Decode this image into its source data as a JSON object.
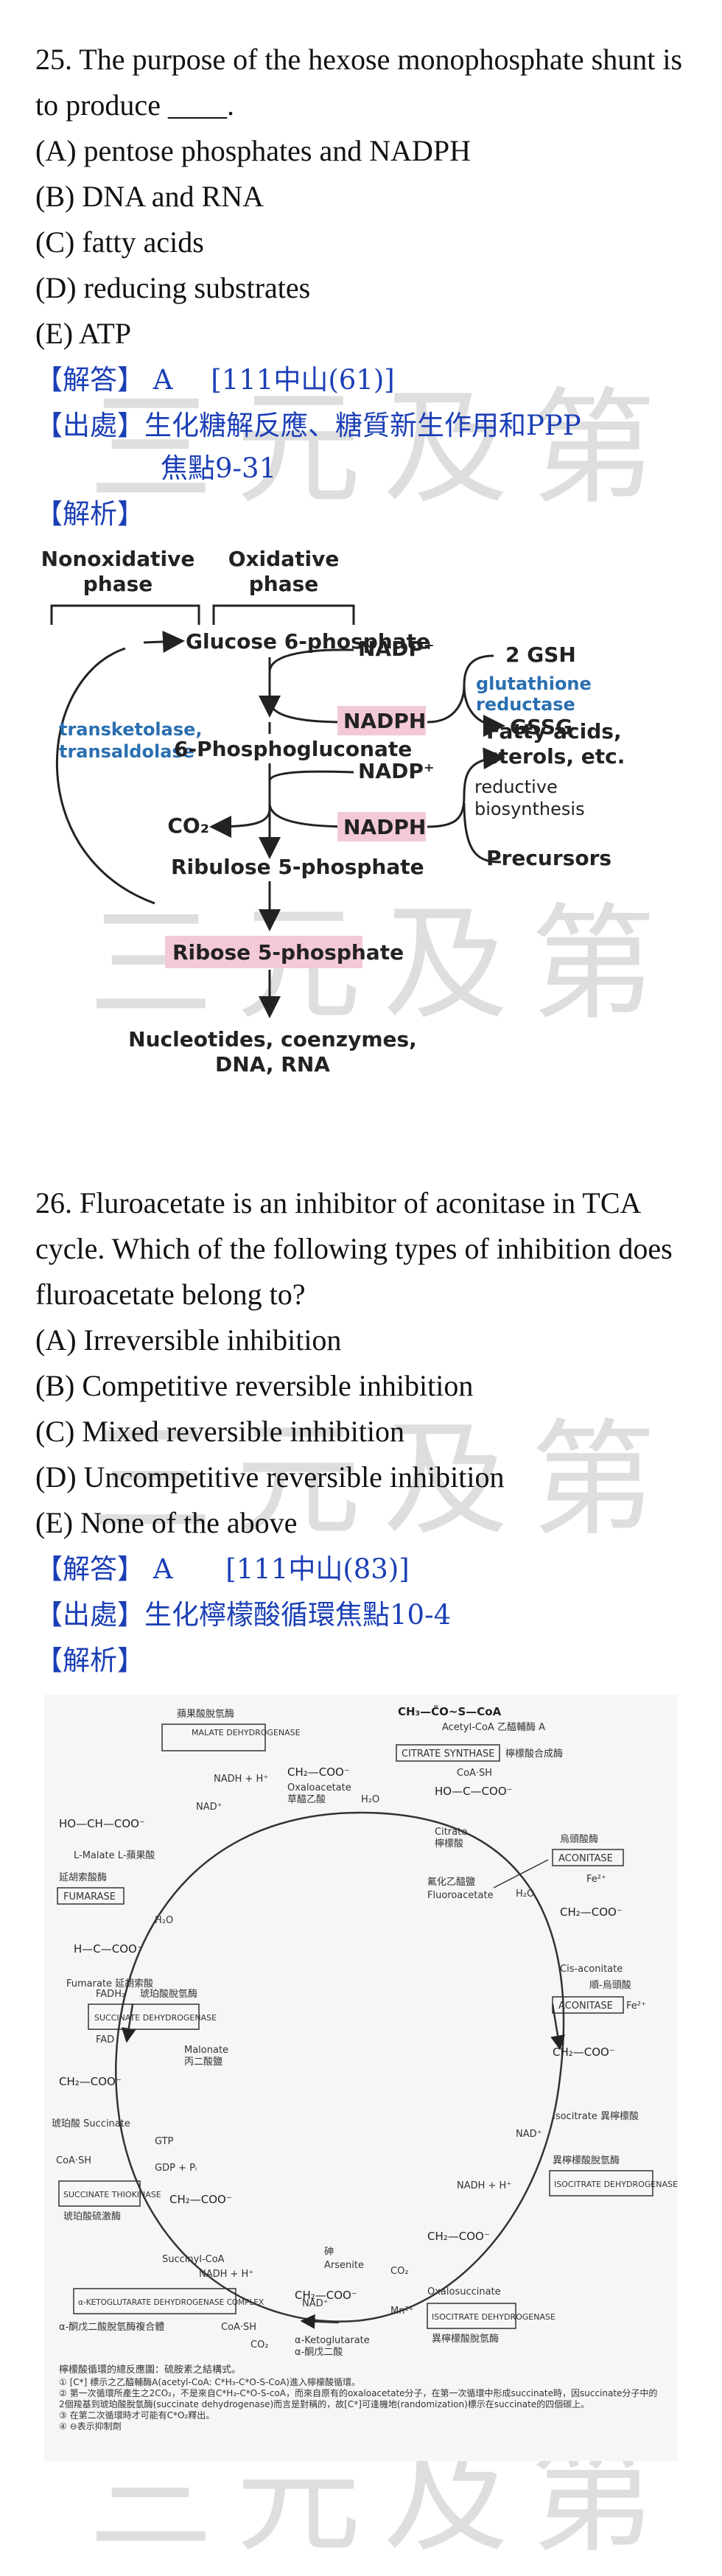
{
  "q25": {
    "stem": "25. The purpose of the hexose monophosphate shunt is to produce  ____.",
    "options": [
      "(A) pentose phosphates and NADPH",
      "(B) DNA and RNA",
      "(C) fatty acids",
      "(D) reducing substrates",
      "(E) ATP"
    ],
    "answer_label": "【解答】",
    "answer": "A",
    "answer_ref": "[111中山(61)]",
    "source_label": "【出處】",
    "source_line1": "生化糖解反應、糖質新生作用和PPP",
    "source_line2": "焦點9-31",
    "analysis_label": "【解析】"
  },
  "diagram1": {
    "nonox_line1": "Nonoxidative",
    "nonox_line2": "phase",
    "ox_line1": "Oxidative",
    "ox_line2": "phase",
    "g6p": "Glucose 6-phosphate",
    "nadp1": "NADP⁺",
    "nadph1": "NADPH",
    "gsh": "2 GSH",
    "gr1": "glutathione",
    "gr2": "reductase",
    "gssg": "GSSG",
    "tk1": "transketolase,",
    "tk2": "transaldolase",
    "pg": "6-Phosphogluconate",
    "nadp2": "NADP⁺",
    "fa1": "Fatty acids,",
    "fa2": "sterols, etc.",
    "rb1": "reductive",
    "rb2": "biosynthesis",
    "co2": "CO₂",
    "nadph2": "NADPH",
    "precursors": "Precursors",
    "ru5p": "Ribulose 5-phosphate",
    "r5p": "Ribose 5-phosphate",
    "nuc1": "Nucleotides, coenzymes,",
    "nuc2": "DNA, RNA"
  },
  "q26": {
    "stem": "26. Fluroacetate is an inhibitor of aconitase in TCA cycle. Which of the following types of inhibition does fluroacetate belong to?",
    "options": [
      "(A) Irreversible inhibition",
      "(B) Competitive reversible inhibition",
      "(C) Mixed reversible inhibition",
      "(D) Uncompetitive reversible inhibition",
      "(E) None of the above"
    ],
    "answer_label": "【解答】",
    "answer": "A",
    "answer_ref": "[111中山(83)]",
    "source_label": "【出處】",
    "source_line1": "生化檸檬酸循環焦點10-4",
    "analysis_label": "【解析】"
  },
  "diagram2": {
    "acetyl": "CH₃—C̈O~S—CoA",
    "acetyl_cn": "Acetyl-CoA 乙醯輔酶 A",
    "malate_dh_cn": "蘋果酸脫氫酶",
    "malate_dh": "MALATE DEHYDROGENASE",
    "citrate_synthase": "CITRATE SYNTHASE",
    "citrate_synthase_cn": "檸檬酸合成酶",
    "oxaloacetate": "Oxaloacetate",
    "oxaloacetate_cn": "草醯乙酸",
    "citrate": "Citrate",
    "citrate_cn": "檸檬酸",
    "lmalate": "L-Malate L-蘋果酸",
    "aconitase": "ACONITASE",
    "aconitase_cn": "烏頭酸酶",
    "fluoroacetate": "Fluoroacetate",
    "fluoroacetate_cn": "氟化乙醯鹽",
    "fumarase_cn": "延胡索酸酶",
    "fumarase": "FUMARASE",
    "fumarate": "Fumarate 延胡索酸",
    "cisaconitate": "Cis-aconitate",
    "cisaconitate_cn": "順-烏頭酸",
    "sdh_cn": "琥珀酸脫氫酶",
    "sdh": "SUCCINATE DEHYDROGENASE",
    "fadh2": "FADH₂",
    "fad": "FAD",
    "malonate": "Malonate",
    "malonate_cn": "丙二酸鹽",
    "succinate": "Succinate",
    "succinate_cn": "琥珀酸",
    "isocitrate": "Isocitrate 異檸檬酸",
    "stk": "SUCCINATE THIOKINASE",
    "stk_cn": "琥珀酸硫激酶",
    "gtp": "GTP",
    "gdp": "GDP + Pᵢ",
    "coash": "CoA·SH",
    "idh": "ISOCITRATE DEHYDROGENASE",
    "idh_cn": "異檸檬酸脫氫酶",
    "succcoa": "Succinyl-CoA",
    "arsenite": "Arsenite",
    "arsenite_cn": "砷",
    "akg_dh": "α-KETOGLUTARATE DEHYDROGENASE COMPLEX",
    "akg_dh_cn": "α-酮戊二酸脫氫酶複合體",
    "akg": "α-Ketoglutarate",
    "akg_cn": "α-酮戊二酸",
    "oxalosuccinate": "Oxalosuccinate",
    "nadh": "NADH + H⁺",
    "nad": "NAD⁺",
    "h2o": "H₂O",
    "co2": "CO₂",
    "fe": "Fe²⁺",
    "mn": "Mn²⁺",
    "note0": "檸檬酸循環的總反應圖：硫胺素之結構式。",
    "note1": "① [C*] 標示之乙醯輔酶A(acetyl-CoA: C*H₃-C*O-S-CoA)進入檸檬酸循環。",
    "note2": "② 第一次循環所產生之2CO₂，不是來自C*H₃-C*O-S-coA，而來自原有的oxaloacetate分子，在第一次循環中形成succinate時，因succinate分子中的2個羧基到琥珀酸脫氫酶(succinate dehydrogenase)而言是對稱的，故[C*]可逢機地(randomization)標示在succinate的四個碳上。",
    "note3": "③ 在第二次循環時才可能有C*O₂釋出。",
    "note4": "④ ⊖表示抑制劑"
  }
}
